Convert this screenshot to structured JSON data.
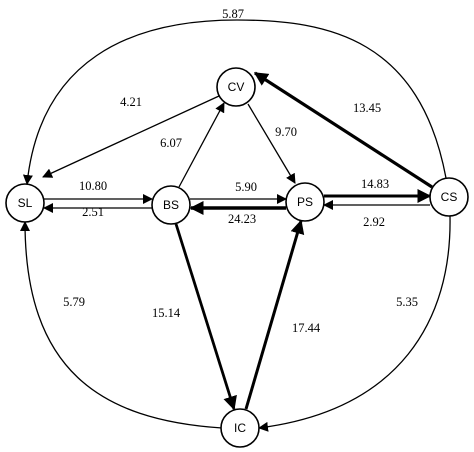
{
  "nodes": [
    {
      "id": "SL",
      "label": "SL"
    },
    {
      "id": "CV",
      "label": "CV"
    },
    {
      "id": "BS",
      "label": "BS"
    },
    {
      "id": "PS",
      "label": "PS"
    },
    {
      "id": "CS",
      "label": "CS"
    },
    {
      "id": "IC",
      "label": "IC"
    }
  ],
  "edges": [
    {
      "from": "CS",
      "to": "SL",
      "label": "5.87"
    },
    {
      "from": "CV",
      "to": "SL",
      "label": "4.21"
    },
    {
      "from": "CS",
      "to": "CV",
      "label": "13.45"
    },
    {
      "from": "BS",
      "to": "CV",
      "label": "6.07"
    },
    {
      "from": "CV",
      "to": "PS",
      "label": "9.70"
    },
    {
      "from": "SL",
      "to": "BS",
      "label": "10.80"
    },
    {
      "from": "BS",
      "to": "SL",
      "label": "2.51"
    },
    {
      "from": "BS",
      "to": "PS",
      "label": "5.90"
    },
    {
      "from": "PS",
      "to": "BS",
      "label": "24.23"
    },
    {
      "from": "PS",
      "to": "CS",
      "label": "14.83"
    },
    {
      "from": "CS",
      "to": "PS",
      "label": "2.92"
    },
    {
      "from": "IC",
      "to": "SL",
      "label": "5.79"
    },
    {
      "from": "BS",
      "to": "IC",
      "label": "15.14"
    },
    {
      "from": "IC",
      "to": "PS",
      "label": "17.44"
    },
    {
      "from": "CS",
      "to": "IC",
      "label": "5.35"
    }
  ]
}
